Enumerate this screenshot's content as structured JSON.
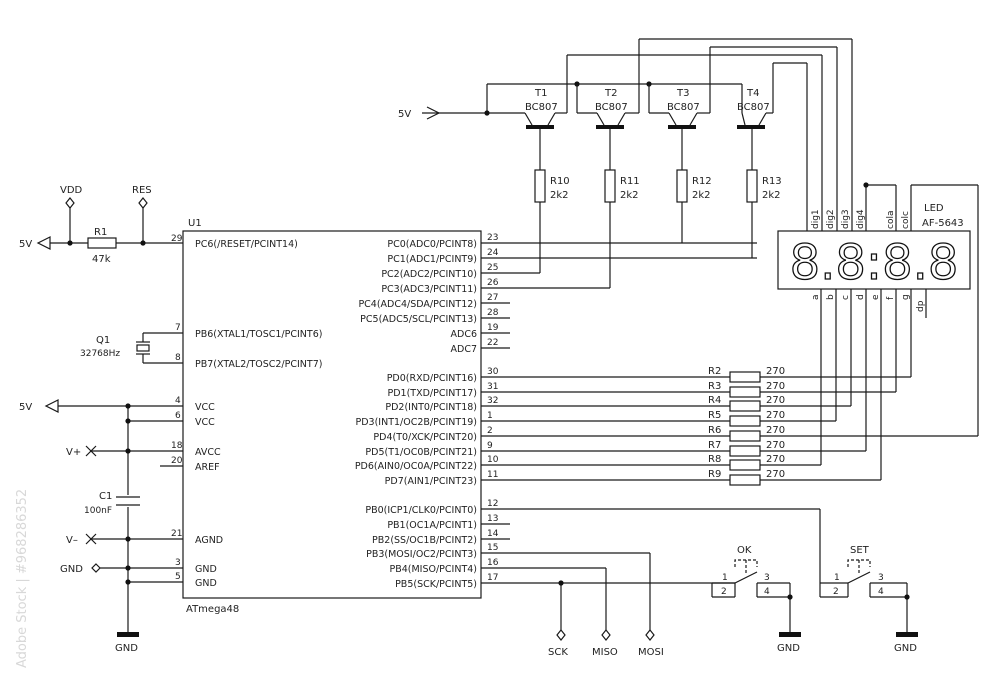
{
  "watermark": {
    "side": "Adobe Stock | #968286352"
  },
  "power": {
    "vdd": "VDD",
    "res": "RES",
    "v5_left": "5V",
    "v5_vcc": "5V",
    "v5_top": "5V",
    "vplus": "V+",
    "vminus": "V–",
    "gnd_net": "GND",
    "gnd_main": "GND",
    "gnd_ok": "GND",
    "gnd_set": "GND"
  },
  "components": {
    "r1": {
      "ref": "R1",
      "value": "47k"
    },
    "q1": {
      "ref": "Q1",
      "value": "32768Hz"
    },
    "c1": {
      "ref": "C1",
      "value": "100nF"
    },
    "u1": {
      "ref": "U1",
      "part": "ATmega48"
    },
    "transistors": [
      {
        "ref": "T1",
        "part": "BC807"
      },
      {
        "ref": "T2",
        "part": "BC807"
      },
      {
        "ref": "T3",
        "part": "BC807"
      },
      {
        "ref": "T4",
        "part": "BC807"
      }
    ],
    "base_resistors": [
      {
        "ref": "R10",
        "value": "2k2"
      },
      {
        "ref": "R11",
        "value": "2k2"
      },
      {
        "ref": "R12",
        "value": "2k2"
      },
      {
        "ref": "R13",
        "value": "2k2"
      }
    ],
    "segment_resistors": [
      {
        "ref": "R2",
        "value": "270"
      },
      {
        "ref": "R3",
        "value": "270"
      },
      {
        "ref": "R4",
        "value": "270"
      },
      {
        "ref": "R5",
        "value": "270"
      },
      {
        "ref": "R6",
        "value": "270"
      },
      {
        "ref": "R7",
        "value": "270"
      },
      {
        "ref": "R8",
        "value": "270"
      },
      {
        "ref": "R9",
        "value": "270"
      }
    ],
    "display": {
      "label": "LED",
      "part": "AF-5643",
      "digits": "8.8:8.8",
      "top_pins": [
        "dig1",
        "dig2",
        "dig3",
        "dig4",
        "cola",
        "colc"
      ],
      "bottom_pins": [
        "a",
        "b",
        "c",
        "d",
        "e",
        "f",
        "g",
        "dp"
      ]
    },
    "switch_ok": {
      "label": "OK",
      "pins": [
        "1",
        "2",
        "3",
        "4"
      ]
    },
    "switch_set": {
      "label": "SET",
      "pins": [
        "1",
        "2",
        "3",
        "4"
      ]
    }
  },
  "mcu_left_pins": [
    {
      "num": "29",
      "name": "PC6(/RESET/PCINT14)"
    },
    {
      "num": "7",
      "name": "PB6(XTAL1/TOSC1/PCINT6)"
    },
    {
      "num": "8",
      "name": "PB7(XTAL2/TOSC2/PCINT7)"
    },
    {
      "num": "4",
      "name": "VCC"
    },
    {
      "num": "6",
      "name": "VCC"
    },
    {
      "num": "18",
      "name": "AVCC"
    },
    {
      "num": "20",
      "name": "AREF"
    },
    {
      "num": "21",
      "name": "AGND"
    },
    {
      "num": "3",
      "name": "GND"
    },
    {
      "num": "5",
      "name": "GND"
    }
  ],
  "mcu_right_pins": [
    {
      "num": "23",
      "name": "PC0(ADC0/PCINT8)"
    },
    {
      "num": "24",
      "name": "PC1(ADC1/PCINT9)"
    },
    {
      "num": "25",
      "name": "PC2(ADC2/PCINT10)"
    },
    {
      "num": "26",
      "name": "PC3(ADC3/PCINT11)"
    },
    {
      "num": "27",
      "name": "PC4(ADC4/SDA/PCINT12)"
    },
    {
      "num": "28",
      "name": "PC5(ADC5/SCL/PCINT13)"
    },
    {
      "num": "19",
      "name": "ADC6"
    },
    {
      "num": "22",
      "name": "ADC7"
    },
    {
      "num": "30",
      "name": "PD0(RXD/PCINT16)"
    },
    {
      "num": "31",
      "name": "PD1(TXD/PCINT17)"
    },
    {
      "num": "32",
      "name": "PD2(INT0/PCINT18)"
    },
    {
      "num": "1",
      "name": "PD3(INT1/OC2B/PCINT19)"
    },
    {
      "num": "2",
      "name": "PD4(T0/XCK/PCINT20)"
    },
    {
      "num": "9",
      "name": "PD5(T1/OC0B/PCINT21)"
    },
    {
      "num": "10",
      "name": "PD6(AIN0/OC0A/PCINT22)"
    },
    {
      "num": "11",
      "name": "PD7(AIN1/PCINT23)"
    },
    {
      "num": "12",
      "name": "PB0(ICP1/CLK0/PCINT0)"
    },
    {
      "num": "13",
      "name": "PB1(OC1A/PCINT1)"
    },
    {
      "num": "14",
      "name": "PB2(SS/OC1B/PCINT2)"
    },
    {
      "num": "15",
      "name": "PB3(MOSI/OC2/PCINT3)"
    },
    {
      "num": "16",
      "name": "PB4(MISO/PCINT4)"
    },
    {
      "num": "17",
      "name": "PB5(SCK/PCINT5)"
    }
  ],
  "isp": {
    "sck": "SCK",
    "miso": "MISO",
    "mosi": "MOSI"
  }
}
